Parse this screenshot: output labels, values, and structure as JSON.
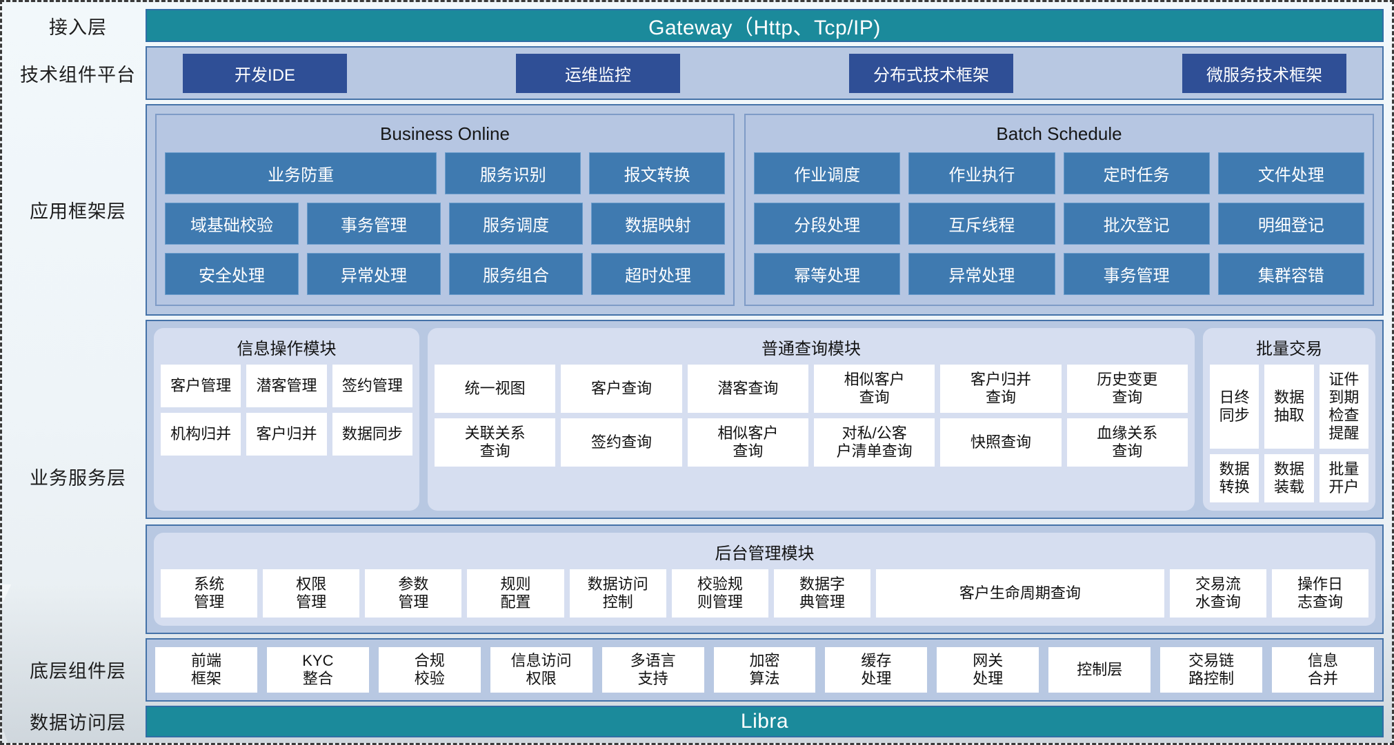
{
  "layers": {
    "access": {
      "label": "接入层",
      "bar_text": "Gateway（Http、Tcp/IP)"
    },
    "tech": {
      "label": "技术组件平台",
      "items": [
        "开发IDE",
        "运维监控",
        "分布式技术框架",
        "微服务技术框架"
      ]
    },
    "appframe": {
      "label": "应用框架层"
    },
    "biz": {
      "label": "业务服务层"
    },
    "component": {
      "label": "底层组件层"
    },
    "data": {
      "label": "数据访问层",
      "bar_text": "Libra"
    }
  },
  "app_framework": {
    "online": {
      "title": "Business Online",
      "rows": [
        [
          "业务防重",
          "服务识别",
          "报文转换"
        ],
        [
          "域基础校验",
          "事务管理",
          "服务调度",
          "数据映射"
        ],
        [
          "安全处理",
          "异常处理",
          "服务组合",
          "超时处理"
        ]
      ]
    },
    "batch": {
      "title": "Batch Schedule",
      "rows": [
        [
          "作业调度",
          "作业执行",
          "定时任务",
          "文件处理"
        ],
        [
          "分段处理",
          "互斥线程",
          "批次登记",
          "明细登记"
        ],
        [
          "幂等处理",
          "异常处理",
          "事务管理",
          "集群容错"
        ]
      ]
    }
  },
  "business_service": {
    "info_module": {
      "title": "信息操作模块",
      "rows": [
        [
          "客户管理",
          "潜客管理",
          "签约管理"
        ],
        [
          "机构归并",
          "客户归并",
          "数据同步"
        ]
      ]
    },
    "query_module": {
      "title": "普通查询模块",
      "rows": [
        [
          "统一视图",
          "客户查询",
          "潜客查询",
          "相似客户\n查询",
          "客户归并\n查询",
          "历史变更\n查询"
        ],
        [
          "关联关系\n查询",
          "签约查询",
          "相似客户\n查询",
          "对私/公客\n户清单查询",
          "快照查询",
          "血缘关系\n查询"
        ]
      ]
    },
    "batch_tx_module": {
      "title": "批量交易",
      "rows": [
        [
          "日终\n同步",
          "数据\n抽取",
          "证件到期\n检查提醒"
        ],
        [
          "数据\n转换",
          "数据\n装载",
          "批量\n开户"
        ]
      ]
    },
    "admin_module": {
      "title": "后台管理模块",
      "items": [
        "系统\n管理",
        "权限\n管理",
        "参数\n管理",
        "规则\n配置",
        "数据访问\n控制",
        "校验规\n则管理",
        "数据字\n典管理",
        "客户生命周期查询",
        "交易流\n水查询",
        "操作日\n志查询"
      ]
    }
  },
  "component_layer": {
    "items": [
      "前端\n框架",
      "KYC\n整合",
      "合规\n校验",
      "信息访问\n权限",
      "多语言\n支持",
      "加密\n算法",
      "缓存\n处理",
      "网关\n处理",
      "控制层",
      "交易链\n路控制",
      "信息\n合并"
    ]
  },
  "colors": {
    "teal": "#1b8a9b",
    "panel_blue": "#b8c8e2",
    "dark_blue": "#2f4f96",
    "mid_blue": "#3f7ab0",
    "card_blue": "#d6def0",
    "border_blue": "#4472a8"
  }
}
